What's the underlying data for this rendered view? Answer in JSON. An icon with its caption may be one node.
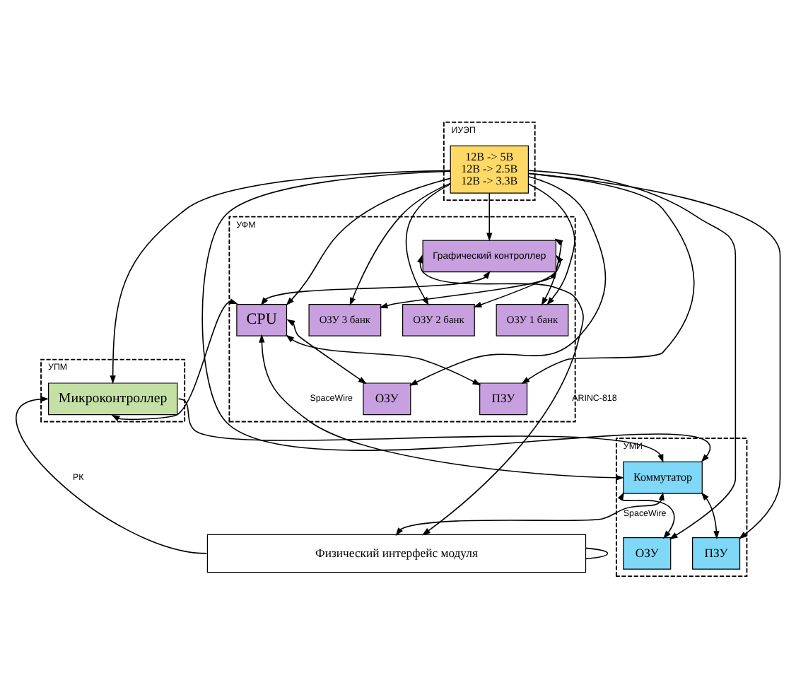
{
  "diagram": {
    "nodes": [
      {
        "text": [
          "УПМ"
        ]
      },
      {
        "text": [
          "Микроконтроллер"
        ],
        "in": 0
      },
      {
        "text": [
          "УФМ"
        ]
      },
      {
        "text": [
          "Графический контроллер"
        ],
        "in": 2
      },
      {
        "text": [
          "ОЗУ 1 банк"
        ],
        "in": 2
      },
      {
        "text": [
          "ОЗУ 2 банк"
        ],
        "in": 2
      },
      {
        "text": [
          "ОЗУ 3 банк"
        ],
        "in": 2
      },
      {
        "text": [
          "CPU"
        ],
        "in": 2
      },
      {
        "text": [
          "ОЗУ"
        ],
        "in": 2
      },
      {
        "text": [
          "ПЗУ"
        ],
        "in": 2
      },
      {
        "text": [
          "ИУЭП"
        ]
      },
      {
        "text": [
          "12В -> 5В",
          "12В -> 2.5В",
          "12В -> 3.3В"
        ],
        "in": 10
      },
      {
        "text": [
          "УМИ"
        ]
      },
      {
        "text": [
          "Коммутатор"
        ],
        "in": 12
      },
      {
        "text": [
          "ОЗУ"
        ],
        "in": 12
      },
      {
        "text": [
          "ПЗУ"
        ],
        "in": 12
      },
      {
        "text": [
          "Физический интерфейс модуля"
        ]
      }
    ],
    "edges": [
      {
        "from": 11,
        "to": 1,
        "arrow": "to"
      },
      {
        "from": 1,
        "to": 13,
        "arrow": "to"
      },
      {
        "from": 16,
        "to": 1,
        "arrow": "to",
        "label": "РК"
      },
      {
        "from": 7,
        "to": 1,
        "arrow": "both"
      },
      {
        "from": 3,
        "to": 16,
        "arrow": "both",
        "label": "ARINC-818"
      },
      {
        "from": 3,
        "to": 4,
        "arrow": "both"
      },
      {
        "from": 3,
        "to": 5,
        "arrow": "both"
      },
      {
        "from": 3,
        "to": 6,
        "arrow": "both"
      },
      {
        "from": 3,
        "to": 7,
        "arrow": "both"
      },
      {
        "from": 7,
        "to": 8,
        "arrow": "both"
      },
      {
        "from": 7,
        "to": 9,
        "arrow": "both"
      },
      {
        "from": 11,
        "to": 4,
        "arrow": "to"
      },
      {
        "from": 11,
        "to": 5,
        "arrow": "to"
      },
      {
        "from": 11,
        "to": 6,
        "arrow": "to"
      },
      {
        "from": 11,
        "to": 3,
        "arrow": "to"
      },
      {
        "from": 11,
        "to": 7,
        "arrow": "to"
      },
      {
        "from": 11,
        "to": 8,
        "arrow": "to"
      },
      {
        "from": 11,
        "to": 9,
        "arrow": "to"
      },
      {
        "from": 11,
        "to": 14,
        "arrow": "to"
      },
      {
        "from": 11,
        "to": 13,
        "arrow": "to"
      },
      {
        "from": 11,
        "to": 15,
        "arrow": "to"
      },
      {
        "from": 7,
        "to": 13,
        "arrow": "both",
        "label": "SpaceWire"
      },
      {
        "from": 13,
        "to": 14,
        "arrow": "both"
      },
      {
        "from": 13,
        "to": 15,
        "arrow": "both"
      },
      {
        "from": 13,
        "to": 16,
        "arrow": "both",
        "label": "SpaceWire"
      },
      {
        "from": 16,
        "to": 16,
        "arrow": "none"
      }
    ]
  }
}
